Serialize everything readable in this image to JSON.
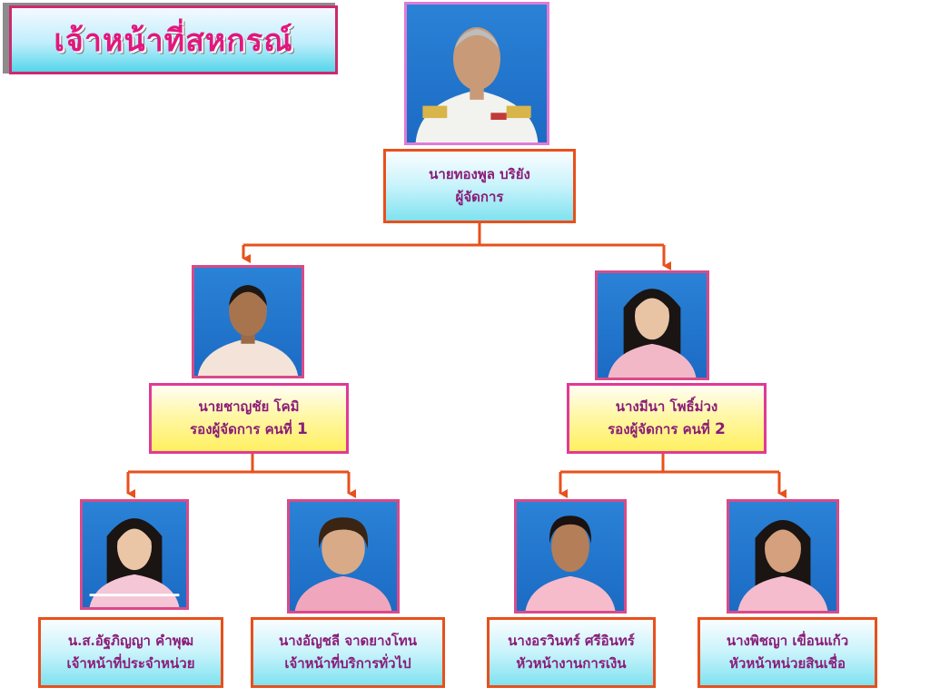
{
  "title": "เจ้าหน้าที่สหกรณ์",
  "colors": {
    "connector": "#e8501c",
    "text": "#8a1c78",
    "title": "#e0187e",
    "photo_background": "#1c6bc4"
  },
  "manager": {
    "name": "นายทองพูล  บริยัง",
    "role": "ผู้จัดการ"
  },
  "deputy_1": {
    "name": "นายชาญชัย  โคมิ",
    "role": "รองผู้จัดการ คนที่ ",
    "number": "1"
  },
  "deputy_2": {
    "name": "นางมีนา  โพธิ์ม่วง",
    "role": "รองผู้จัดการ คนที่ ",
    "number": "2"
  },
  "staff_1": {
    "name": "น.ส.อัฐภิญญา  คำพุฒ",
    "role": "เจ้าหน้าที่ประจำหน่วย"
  },
  "staff_2": {
    "name": "นางอัญชลี  จาดยางโทน",
    "role": "เจ้าหน้าที่บริการทั่วไป"
  },
  "staff_3": {
    "name": "นางอรวินทร์  ศรีอินทร์",
    "role": "หัวหน้างานการเงิน"
  },
  "staff_4": {
    "name": "นางพิชญา  เขื่อนแก้ว",
    "role": "หัวหน้าหน่วยสินเชื่อ"
  }
}
